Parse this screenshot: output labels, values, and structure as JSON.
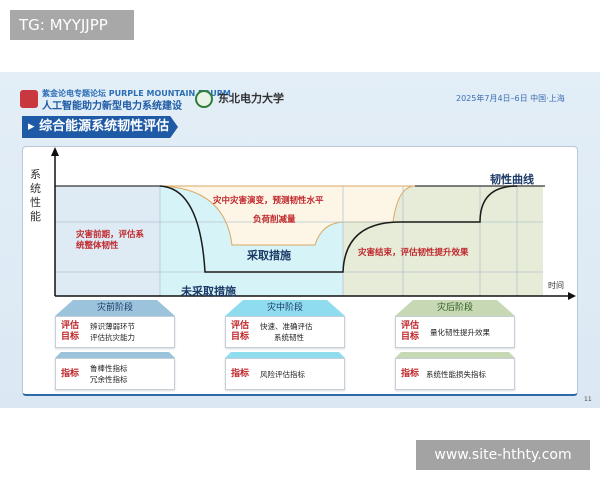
{
  "tag": "TG: MYYJJPP",
  "watermark": "www.site-hthty.com",
  "slide": {
    "forum_line1": "紫金论电专题论坛 PURPLE MOUNTAIN FOURM",
    "forum_line2": "人工智能助力新型电力系统建设",
    "university": "东北电力大学",
    "date_location": "2025年7月4日–6日  中国·上海",
    "title": "综合能源系统韧性评估",
    "page_number": "11",
    "chart": {
      "y_label": "系统性能",
      "x_label": "时间",
      "curve_label": "韧性曲线",
      "pre_note": "灾害前期，评估系统整体韧性",
      "mid_note_1": "灾中灾害演变，预测韧性水平",
      "mid_note_2": "负荷削减量",
      "measures": "采取措施",
      "no_measures": "未采取措施",
      "post_note": "灾害结束，评估韧性提升效果"
    },
    "stages": [
      {
        "name": "灾前阶段",
        "goal_label": "评估目标",
        "goals": [
          "辨识薄弱环节",
          "评估抗灾能力"
        ],
        "index_label": "指标",
        "indices": [
          "鲁棒性指标",
          "冗余性指标"
        ],
        "color": "#9cc3dc"
      },
      {
        "name": "灾中阶段",
        "goal_label": "评估目标",
        "goals": [
          "快速、准确评估",
          "系统韧性"
        ],
        "index_label": "指标",
        "indices": [
          "风险评估指标"
        ],
        "color": "#8fdcef"
      },
      {
        "name": "灾后阶段",
        "goal_label": "评估目标",
        "goals": [
          "量化韧性提升效果"
        ],
        "index_label": "指标",
        "indices": [
          "系统性能损失指标"
        ],
        "color": "#c6d9b4"
      }
    ]
  }
}
